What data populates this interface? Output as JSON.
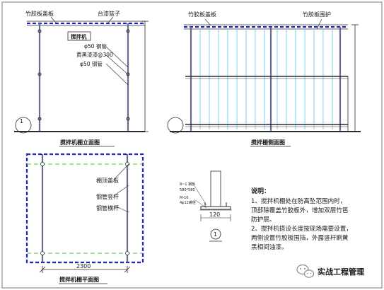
{
  "elevation": {
    "label_cover": "竹胶板盖板",
    "label_platform": "台漆篮子",
    "label_box": "搅拌机",
    "label_pipe1": "φ50 钢管",
    "label_paint": "黄黑漆漆@300",
    "label_pipe2": "φ50 钢管",
    "marker": "1",
    "title": "搅拌机棚立面图"
  },
  "side": {
    "label_cover": "竹胶板盖板",
    "label_fence": "竹胶板围护",
    "title": "搅拌棚侧面图"
  },
  "plan": {
    "label_roof": "棚顶盖板",
    "label_upright": "钢管竖杆",
    "label_horizontal": "钢管横杆",
    "dimension": "2300",
    "title": "搅拌机棚平面图"
  },
  "detail": {
    "note_a": "8~1 钢板",
    "note_b": "580*580",
    "note_c": "M-16",
    "note_d": "4φ12螺栓",
    "dimension": "120",
    "marker": "1"
  },
  "notes": {
    "heading": "说明：",
    "lines": [
      "1、搅拌机棚处在防高坠范围内时，",
      "顶部除覆盖竹胶板外，增加双层竹笆",
      "防护层。",
      "2、搅拌机搭设长度按现场需要设置，",
      "两侧设置竹胶板围挡，外露竖杆刷黄",
      "黑相间油漆。"
    ]
  },
  "watermark": {
    "text": "实战工程管理"
  }
}
